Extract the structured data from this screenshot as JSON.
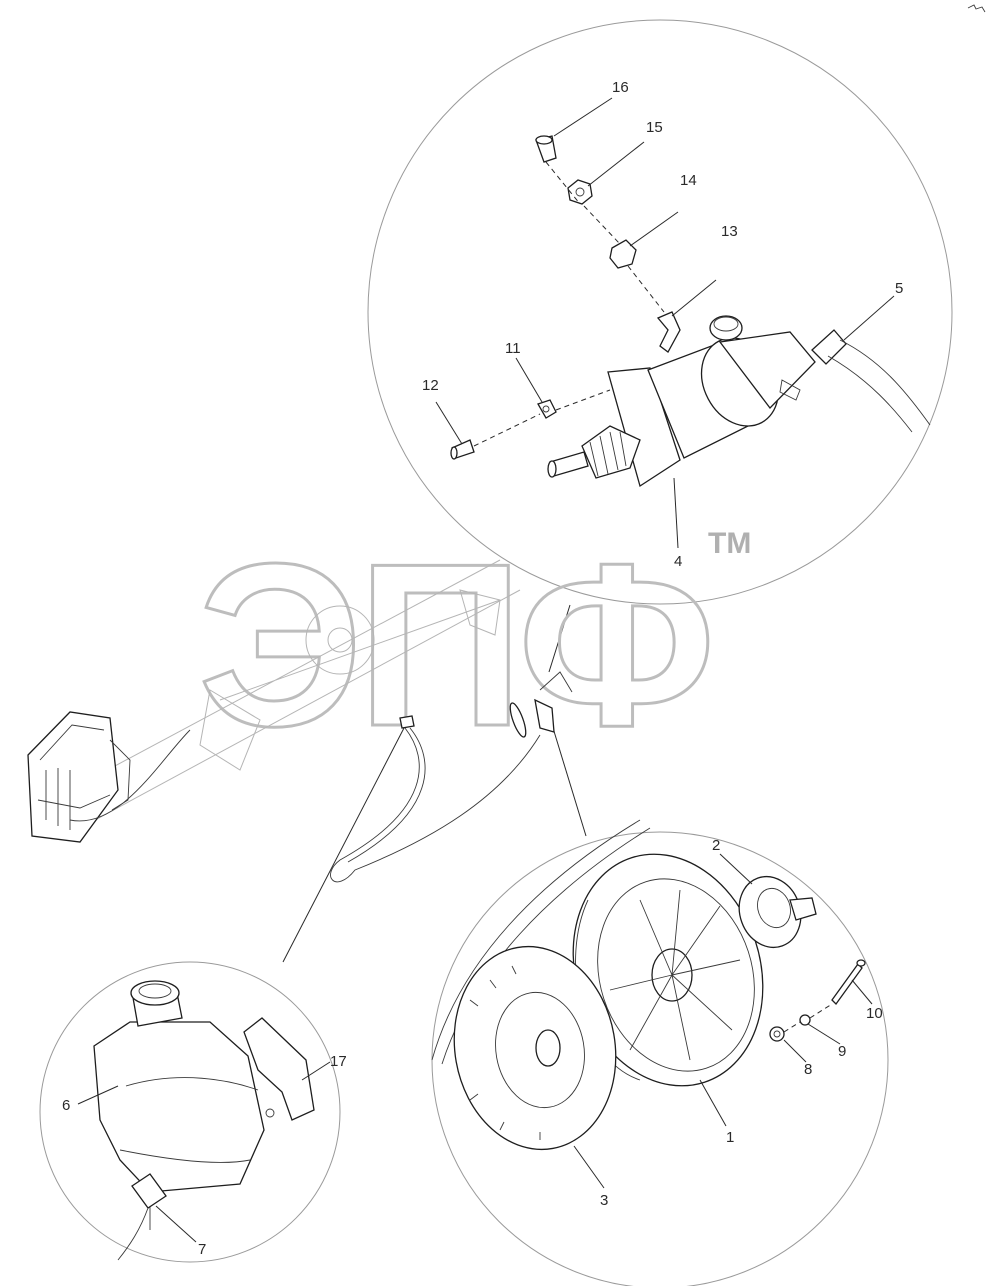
{
  "watermark": {
    "text": "ЭПФ",
    "tm": "TM"
  },
  "callouts": {
    "c1": "1",
    "c2": "2",
    "c3": "3",
    "c4": "4",
    "c5": "5",
    "c6": "6",
    "c7": "7",
    "c8": "8",
    "c9": "9",
    "c10": "10",
    "c11": "11",
    "c12": "12",
    "c13": "13",
    "c14": "14",
    "c15": "15",
    "c16": "16",
    "c17": "17"
  }
}
